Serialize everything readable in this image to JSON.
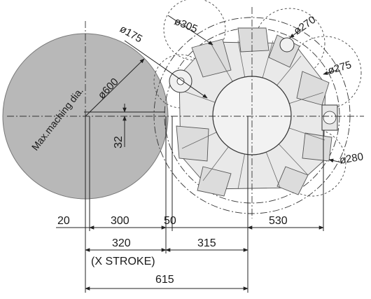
{
  "labels": {
    "max_dia": "Max.maching dia.",
    "d600": "ø600",
    "d175": "ø175",
    "d305": "ø305",
    "d270": "ø270",
    "d275": "ø275",
    "d280": "ø280",
    "v32": "32",
    "dim20": "20",
    "dim300": "300",
    "dim50": "50",
    "dim530": "530",
    "dim320": "320",
    "dim315": "315",
    "xstroke": "(X STROKE)",
    "dim615": "615"
  },
  "colors": {
    "workpiece": "#b8b8b8",
    "line": "#222222",
    "turret_fill": "#e9e9e9"
  }
}
